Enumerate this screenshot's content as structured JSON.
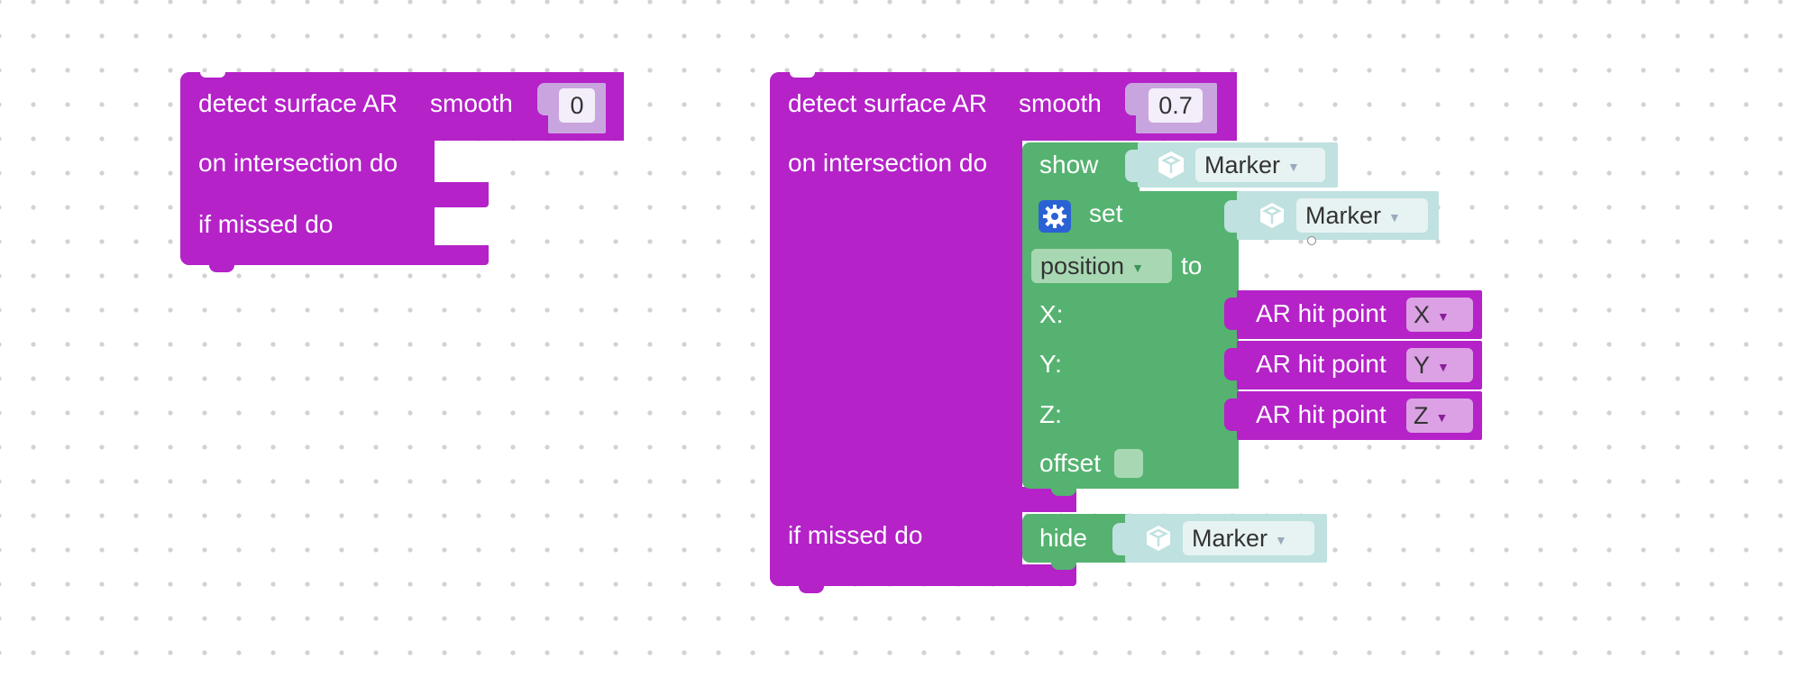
{
  "block1": {
    "title": "detect surface AR",
    "smooth_label": "smooth",
    "smooth_value": "0",
    "intersection_label": "on intersection do",
    "missed_label": "if missed do"
  },
  "block2": {
    "title": "detect surface AR",
    "smooth_label": "smooth",
    "smooth_value": "0.7",
    "intersection_label": "on intersection do",
    "missed_label": "if missed do",
    "show_block": {
      "label": "show",
      "target": "Marker"
    },
    "set_block": {
      "label": "set",
      "target": "Marker",
      "property": "position",
      "to_label": "to",
      "x_label": "X:",
      "y_label": "Y:",
      "z_label": "Z:",
      "offset_label": "offset",
      "hit_points": [
        {
          "label": "AR hit point",
          "axis": "X"
        },
        {
          "label": "AR hit point",
          "axis": "Y"
        },
        {
          "label": "AR hit point",
          "axis": "Z"
        }
      ]
    },
    "hide_block": {
      "label": "hide",
      "target": "Marker"
    }
  },
  "colors": {
    "ar_block": "#b422c8",
    "action_block": "#55b270",
    "model_block": "#bfe1e0"
  },
  "icons": {
    "settings": "gear-icon",
    "model": "cube-icon",
    "dropdown": "caret-down-icon"
  }
}
